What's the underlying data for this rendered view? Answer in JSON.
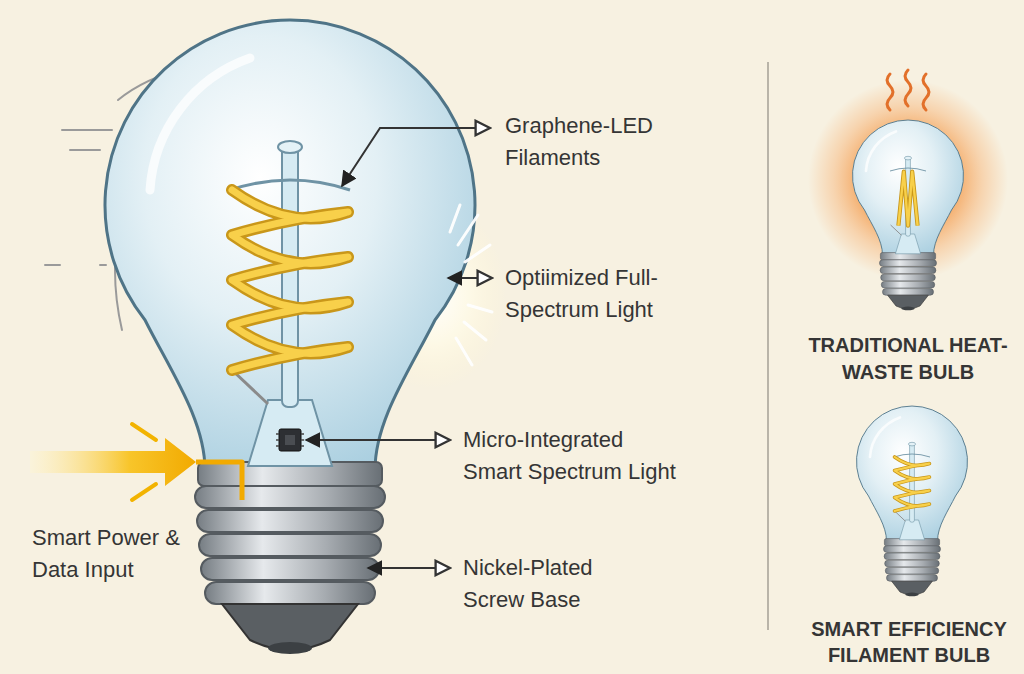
{
  "diagram": {
    "labels": [
      "Graphene-LED Filaments",
      "Optiimized Full-Spectrum Light",
      "Micro-Integrated Smart Spectrum Light",
      "Smart Power & Data Input",
      "Nickel-Plated Screw Base",
      "TRADITIONAL HEAT-WASTE BULB",
      "SMART EFFICIENCY FILAMENT BULB"
    ]
  }
}
